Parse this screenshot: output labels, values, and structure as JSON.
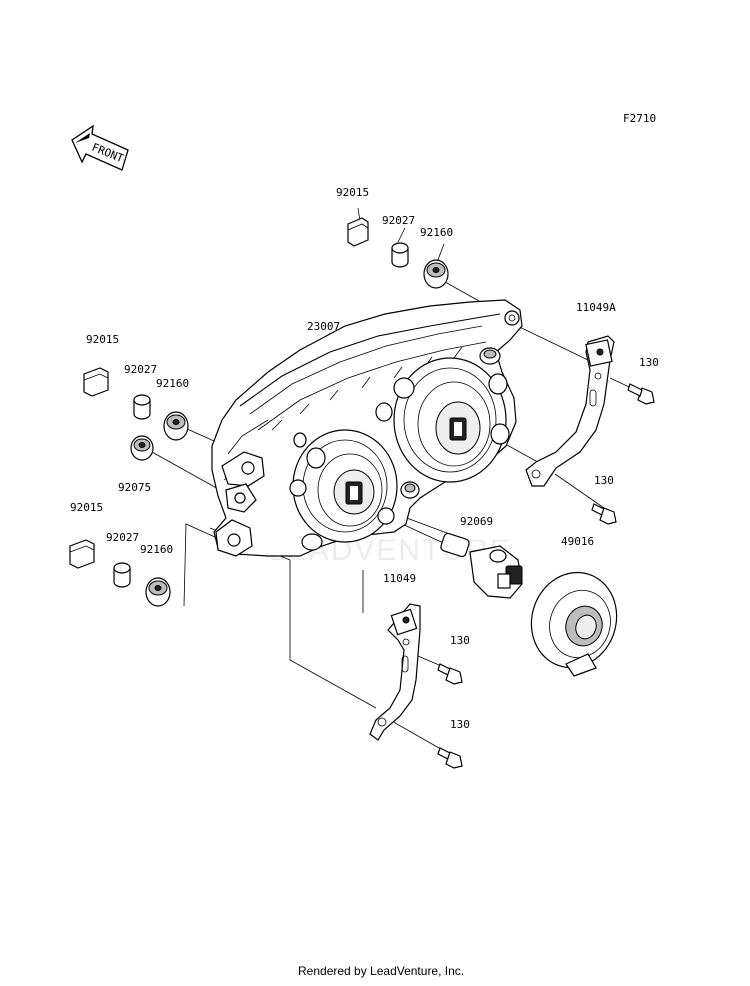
{
  "diagram_code": "F2710",
  "front_label": "FRONT",
  "watermark": "LEADVENTURE",
  "footer": "Rendered by LeadVenture, Inc.",
  "labels": {
    "p92015_top": "92015",
    "p92027_top": "92027",
    "p92160_top": "92160",
    "p23007": "23007",
    "p11049A": "11049A",
    "p130_a": "130",
    "p92015_mid": "92015",
    "p92027_mid": "92027",
    "p92160_mid": "92160",
    "p92075": "92075",
    "p130_b": "130",
    "p92015_low": "92015",
    "p92027_low": "92027",
    "p92160_low": "92160",
    "p92069": "92069",
    "p49016": "49016",
    "p11049": "11049",
    "p130_c": "130",
    "p130_d": "130"
  }
}
